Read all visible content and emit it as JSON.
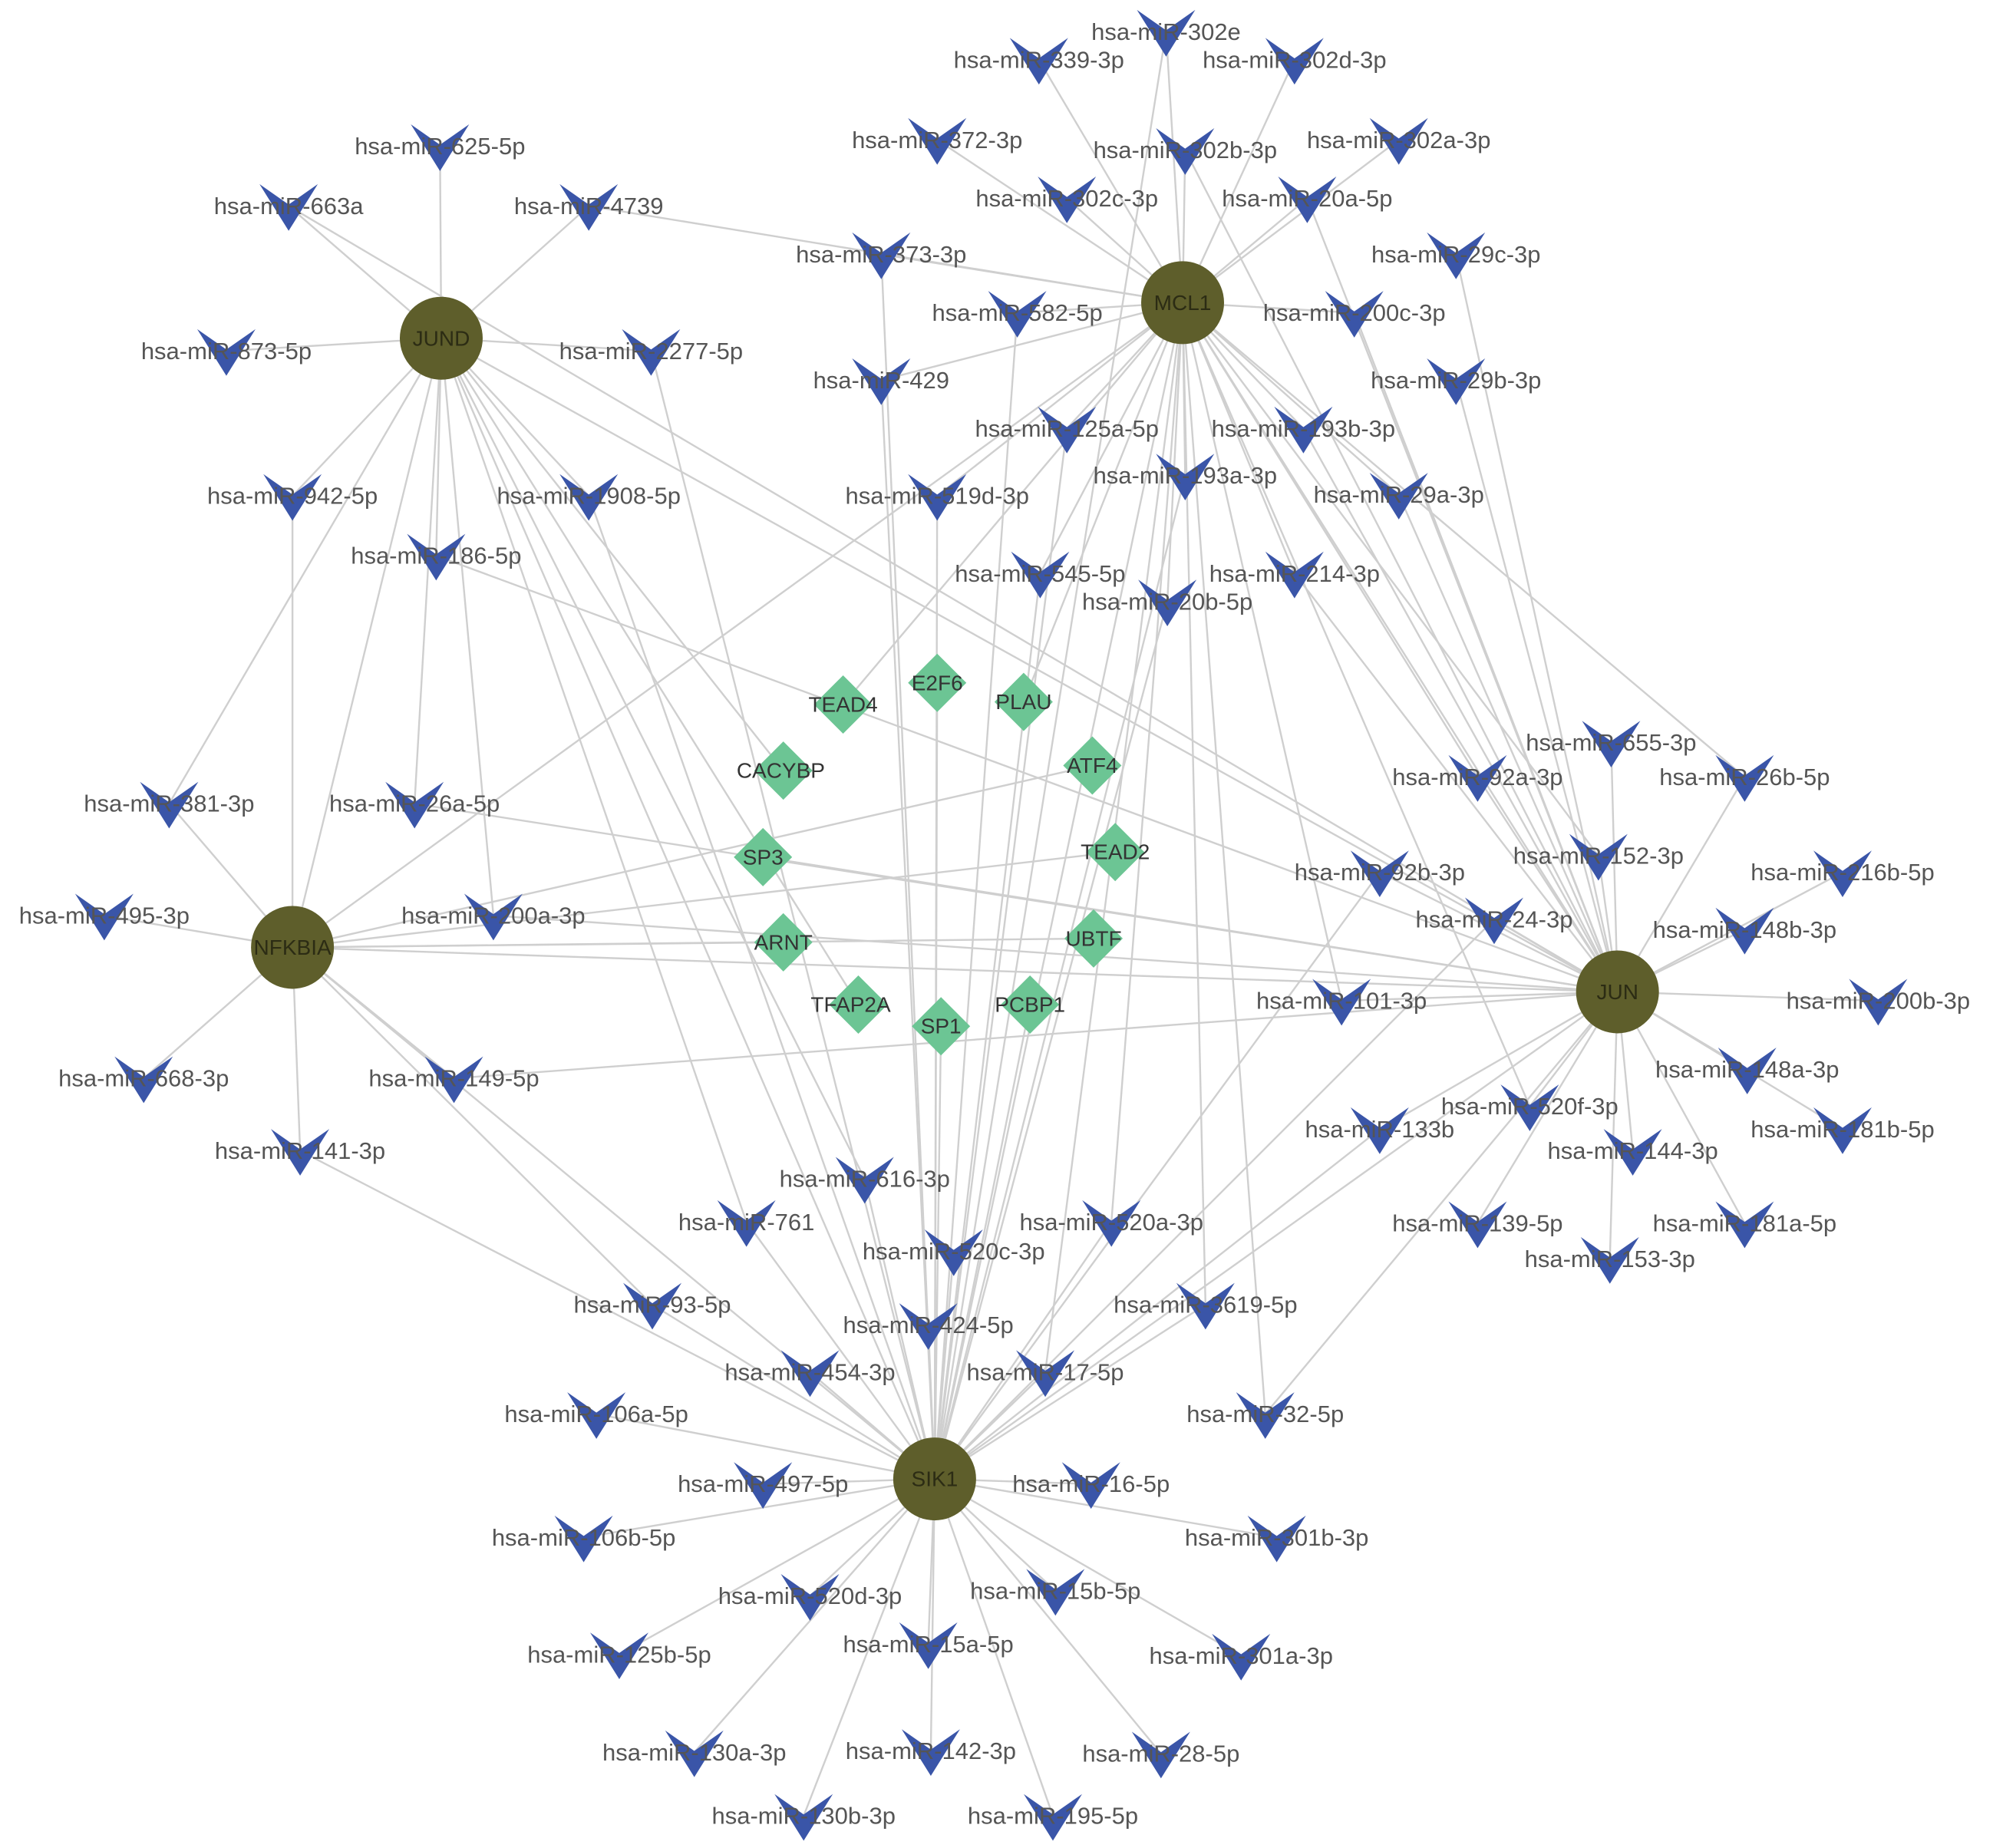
{
  "colors": {
    "mirna": "#3a55a8",
    "hub": "#5e5e2b",
    "transcription_factor": "#6cc594",
    "edge": "#cfcfcf"
  },
  "node_kinds": {
    "hub": "circle",
    "mirna": "v-arrow",
    "transcription_factor": "diamond"
  },
  "hubs": [
    "MCL1",
    "JUND",
    "NFKBIA",
    "JUN",
    "SIK1"
  ],
  "transcription_factors": [
    "E2F6",
    "TEAD4",
    "PLAU",
    "CACYBP",
    "ATF4",
    "SP3",
    "TEAD2",
    "ARNT",
    "UBTF",
    "TFAP2A",
    "SP1",
    "PCBP1"
  ],
  "mirnas": [
    "hsa-miR-302e",
    "hsa-miR-339-3p",
    "hsa-miR-302d-3p",
    "hsa-miR-625-5p",
    "hsa-miR-372-3p",
    "hsa-miR-302b-3p",
    "hsa-miR-302a-3p",
    "hsa-miR-663a",
    "hsa-miR-4739",
    "hsa-miR-302c-3p",
    "hsa-miR-20a-5p",
    "hsa-miR-373-3p",
    "hsa-miR-29c-3p",
    "hsa-miR-582-5p",
    "hsa-miR-200c-3p",
    "hsa-miR-873-5p",
    "hsa-miR-2277-5p",
    "hsa-miR-429",
    "hsa-miR-29b-3p",
    "hsa-miR-125a-5p",
    "hsa-miR-193b-3p",
    "hsa-miR-193a-3p",
    "hsa-miR-942-5p",
    "hsa-miR-1908-5p",
    "hsa-miR-519d-3p",
    "hsa-miR-29a-3p",
    "hsa-miR-186-5p",
    "hsa-miR-545-5p",
    "hsa-miR-214-3p",
    "hsa-miR-20b-5p",
    "hsa-miR-655-3p",
    "hsa-miR-92a-3p",
    "hsa-miR-26b-5p",
    "hsa-miR-381-3p",
    "hsa-miR-26a-5p",
    "hsa-miR-152-3p",
    "hsa-miR-92b-3p",
    "hsa-miR-216b-5p",
    "hsa-miR-495-3p",
    "hsa-miR-200a-3p",
    "hsa-miR-24-3p",
    "hsa-miR-148b-3p",
    "hsa-miR-101-3p",
    "hsa-miR-200b-3p",
    "hsa-miR-668-3p",
    "hsa-miR-149-5p",
    "hsa-miR-148a-3p",
    "hsa-miR-520f-3p",
    "hsa-miR-133b",
    "hsa-miR-181b-5p",
    "hsa-miR-141-3p",
    "hsa-miR-144-3p",
    "hsa-miR-616-3p",
    "hsa-miR-761",
    "hsa-miR-520a-3p",
    "hsa-miR-139-5p",
    "hsa-miR-181a-5p",
    "hsa-miR-520c-3p",
    "hsa-miR-153-3p",
    "hsa-miR-93-5p",
    "hsa-miR-3619-5p",
    "hsa-miR-424-5p",
    "hsa-miR-454-3p",
    "hsa-miR-17-5p",
    "hsa-miR-106a-5p",
    "hsa-miR-32-5p",
    "hsa-miR-497-5p",
    "hsa-miR-16-5p",
    "hsa-miR-106b-5p",
    "hsa-miR-301b-3p",
    "hsa-miR-520d-3p",
    "hsa-miR-15b-5p",
    "hsa-miR-125b-5p",
    "hsa-miR-15a-5p",
    "hsa-miR-301a-3p",
    "hsa-miR-130a-3p",
    "hsa-miR-142-3p",
    "hsa-miR-28-5p",
    "hsa-miR-130b-3p",
    "hsa-miR-195-5p"
  ]
}
